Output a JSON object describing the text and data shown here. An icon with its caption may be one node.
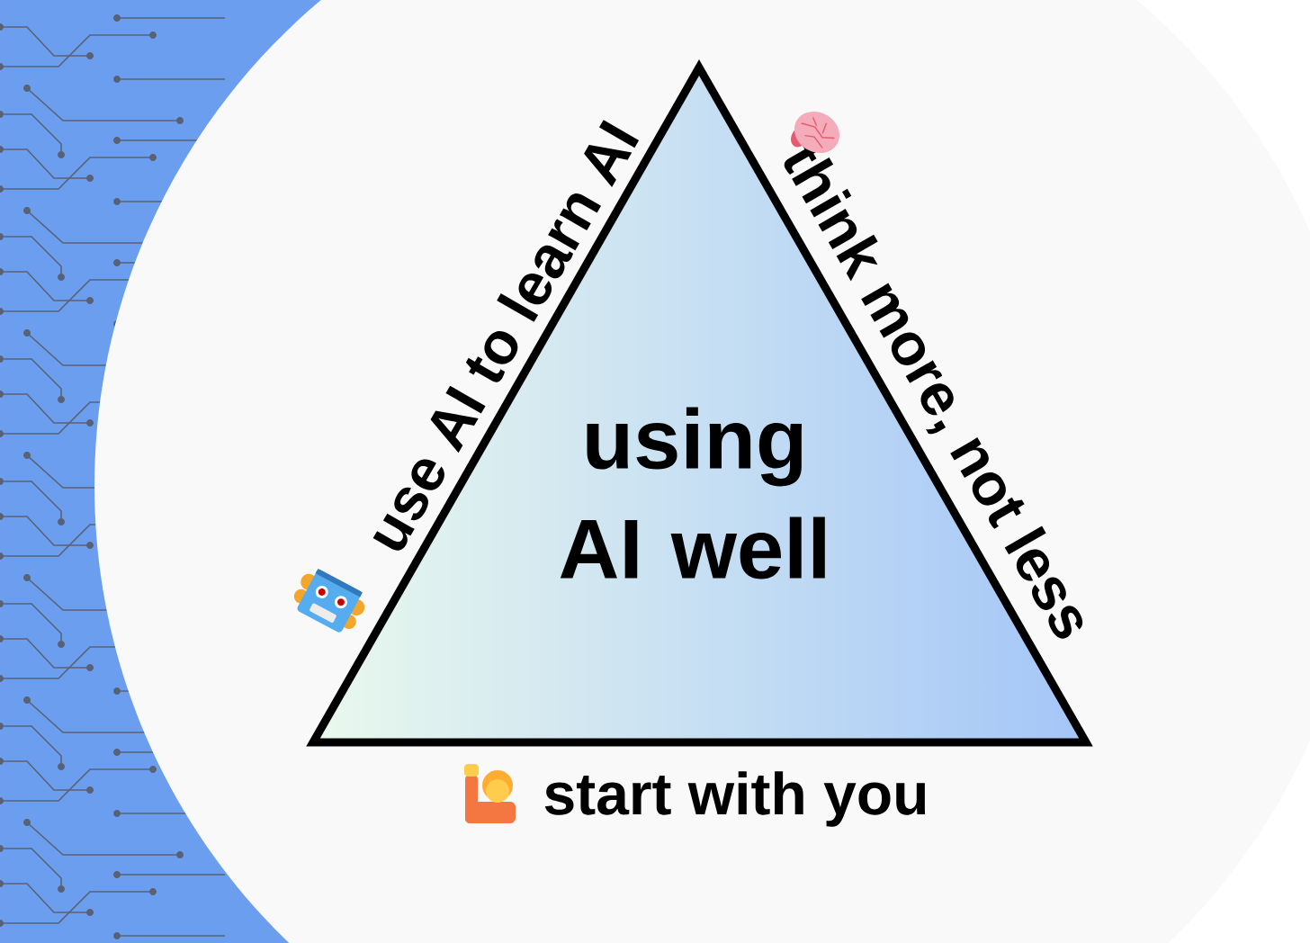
{
  "diagram": {
    "nodes": [
      {
        "text": [
          "using AI well"
        ]
      }
    ],
    "labels": [
      "use AI to learn AI",
      "think more, not less",
      "start with you"
    ]
  }
}
